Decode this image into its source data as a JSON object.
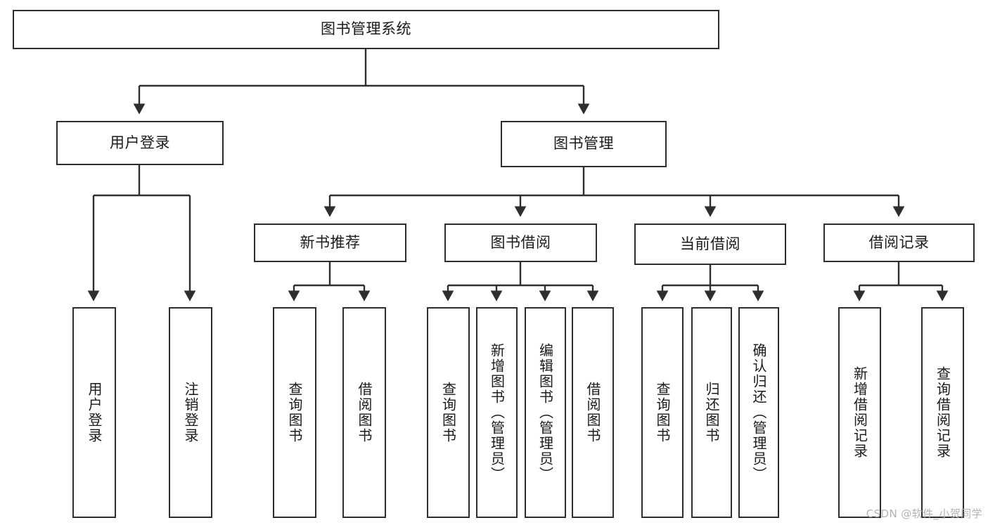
{
  "diagram": {
    "title": "图书管理系统",
    "type": "hierarchy-tree",
    "background_color": "#ffffff",
    "line_color": "#2e2e2e",
    "text_color": "#1a1a1a"
  },
  "nodes": {
    "root": {
      "label": "图书管理系统"
    },
    "level1": [
      {
        "id": "user-login",
        "label": "用户登录"
      },
      {
        "id": "book-manage",
        "label": "图书管理"
      }
    ],
    "level2": [
      {
        "id": "new-book-recommend",
        "label": "新书推荐"
      },
      {
        "id": "book-borrow",
        "label": "图书借阅"
      },
      {
        "id": "current-borrow",
        "label": "当前借阅"
      },
      {
        "id": "borrow-record",
        "label": "借阅记录"
      }
    ],
    "leaves": [
      {
        "id": "leaf-user-login",
        "label": "用户登录"
      },
      {
        "id": "leaf-logout-login",
        "label": "注销登录"
      },
      {
        "id": "leaf-query-book-1",
        "label": "查询图书"
      },
      {
        "id": "leaf-borrow-book-1",
        "label": "借阅图书"
      },
      {
        "id": "leaf-query-book-2",
        "label": "查询图书"
      },
      {
        "id": "leaf-add-book",
        "label": "新增图书（管理员）"
      },
      {
        "id": "leaf-edit-book",
        "label": "编辑图书（管理员）"
      },
      {
        "id": "leaf-borrow-book-2",
        "label": "借阅图书"
      },
      {
        "id": "leaf-query-book-3",
        "label": "查询图书"
      },
      {
        "id": "leaf-return-book",
        "label": "归还图书"
      },
      {
        "id": "leaf-confirm-return",
        "label": "确认归还（管理员）"
      },
      {
        "id": "leaf-add-record",
        "label": "新增借阅记录"
      },
      {
        "id": "leaf-query-record",
        "label": "查询借阅记录"
      }
    ]
  },
  "watermark": {
    "text": "CSDN @软件_小贺同学"
  }
}
